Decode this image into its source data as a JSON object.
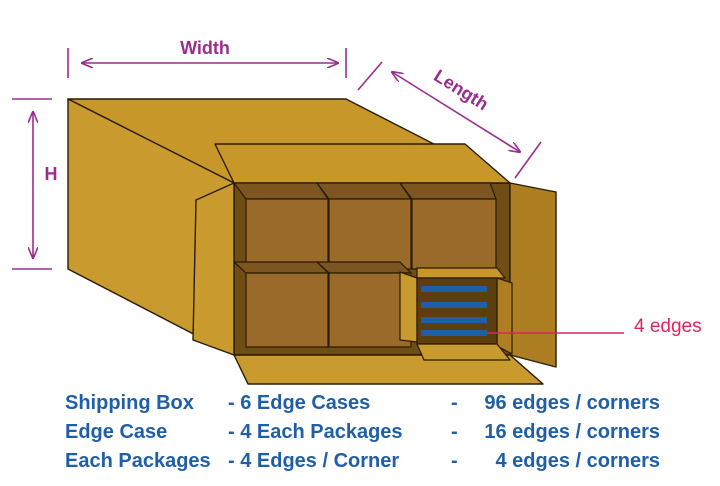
{
  "colors": {
    "dimension": "#9b2d8f",
    "callout": "#e0245e",
    "legend_text": "#1f5fa8",
    "box_front": "#c99a2e",
    "box_top": "#c8972a",
    "box_side": "#ad7f22",
    "box_inside": "#6e4e14",
    "case_front": "#9a6a2a",
    "case_top": "#7c5520",
    "package_stripe": "#1f5fa8"
  },
  "labels": {
    "width": "Width",
    "length": "Length",
    "height": "H",
    "callout": "4 edges"
  },
  "legend": {
    "rows": [
      {
        "item": "Shipping Box",
        "contains": "- 6 Edge Cases",
        "dash": "-",
        "total": "96 edges / corners"
      },
      {
        "item": "Edge Case",
        "contains": "- 4 Each Packages",
        "dash": "-",
        "total": "16 edges / corners"
      },
      {
        "item": "Each Packages",
        "contains": "- 4 Edges / Corner",
        "dash": "-",
        "total": "4 edges / corners"
      }
    ]
  }
}
